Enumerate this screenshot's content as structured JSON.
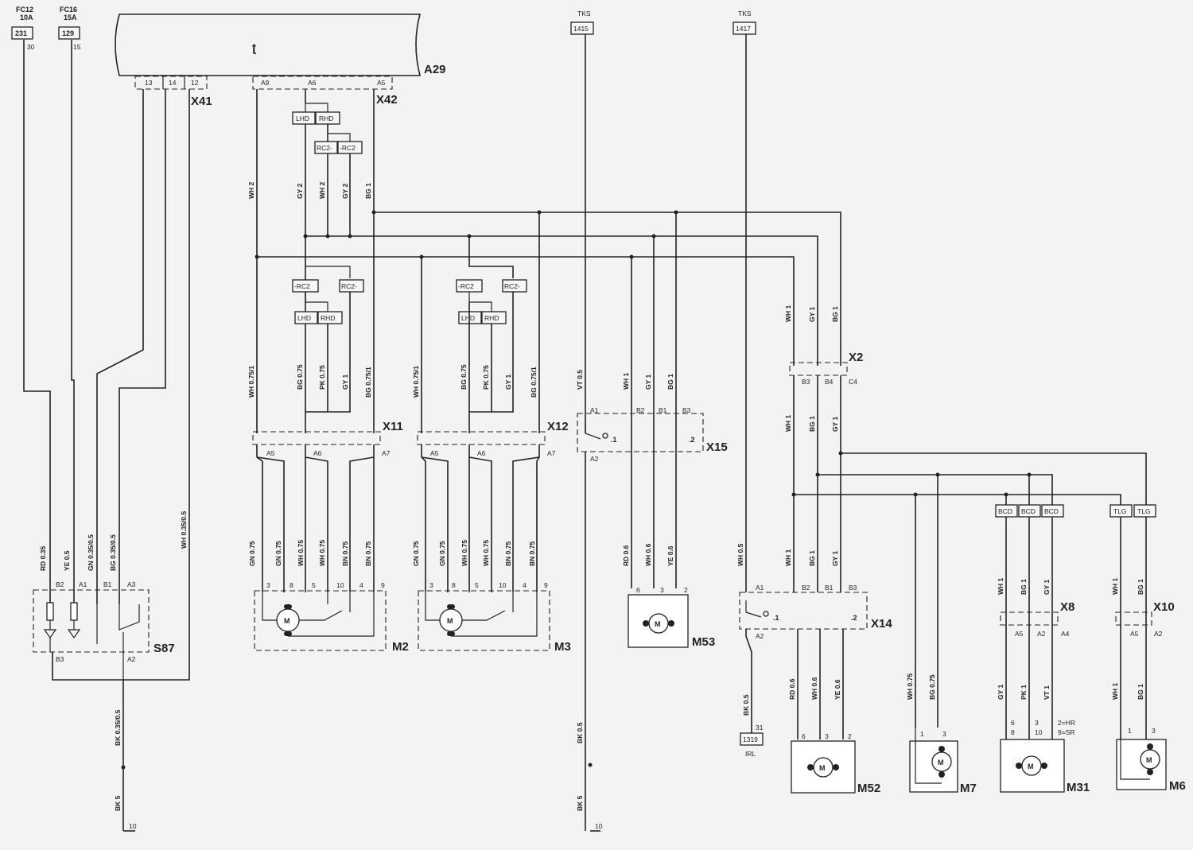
{
  "fuses": [
    {
      "name": "FC12",
      "rating": "10A",
      "id": "231",
      "pin": "30"
    },
    {
      "name": "FC16",
      "rating": "15A",
      "id": "129",
      "pin": "15"
    }
  ],
  "ecu": {
    "name": "A29",
    "symbol": "ʈ"
  },
  "connectors": {
    "x41": {
      "name": "X41",
      "pins": [
        "13",
        "14",
        "12"
      ]
    },
    "x42": {
      "name": "X42",
      "pins": [
        "A9",
        "A6",
        "A5"
      ]
    },
    "x11": {
      "name": "X11",
      "pins": [
        "A5",
        "A6",
        "A7"
      ]
    },
    "x12": {
      "name": "X12",
      "pins": [
        "A5",
        "A6",
        "A7"
      ]
    },
    "x15": {
      "name": "X15",
      "pins": [
        "A1",
        "B2",
        "B1",
        "B3"
      ],
      "bottom": "A2",
      "pos1": ".1",
      "pos2": ".2"
    },
    "x14": {
      "name": "X14",
      "pins": [
        "A1",
        "B2",
        "B1",
        "B3"
      ],
      "bottom": "A2",
      "pos1": ".1",
      "pos2": ".2"
    },
    "x2": {
      "name": "X2",
      "pins": [
        "B3",
        "B4",
        "C4"
      ]
    },
    "x8": {
      "name": "X8",
      "pins": [
        "A5",
        "A2",
        "A4"
      ]
    },
    "x10": {
      "name": "X10",
      "pins": [
        "A5",
        "A2"
      ]
    }
  },
  "tks": [
    {
      "label": "TKS",
      "id": "1415"
    },
    {
      "label": "TKS",
      "id": "1417"
    }
  ],
  "options": {
    "lhd": "LHD",
    "rhd": "RHD",
    "rc2a": "RC2-",
    "rc2b": "-RC2",
    "rc2c": "-RC2",
    "rc2d": "RC2-",
    "bcd": "BCD",
    "tlg": "TLG"
  },
  "wires": {
    "x42_a9": "WH 2",
    "x42_a6a": "GY 2",
    "x42_a6b": "WH 2",
    "x42_a6c": "GY 2",
    "x42_a5": "BG 1",
    "x11_a": "WH 0.75/1",
    "x11_b": "BG 0.75",
    "x11_c": "PK 0.75",
    "x11_d": "GY 1",
    "x11_e": "BG 0.75/1",
    "x12_a": "WH 0.75/1",
    "x12_b": "BG 0.75",
    "x12_c": "PK 0.75",
    "x12_d": "GY 1",
    "x12_e": "BG 0.75/1",
    "m2": [
      "GN 0.75",
      "GN 0.75",
      "WH 0.75",
      "WH 0.75",
      "BN 0.75",
      "BN 0.75"
    ],
    "m3": [
      "GN 0.75",
      "GN 0.75",
      "WH 0.75",
      "WH 0.75",
      "BN 0.75",
      "BN 0.75"
    ],
    "x15_a": "VT 0.5",
    "x15_b": "WH 1",
    "x15_c": "GY 1",
    "x15_d": "BG 1",
    "m53": [
      "RD 0.6",
      "WH 0.6",
      "YE 0.6"
    ],
    "x2_top": [
      "WH 1",
      "GY 1",
      "BG 1"
    ],
    "x2_bot": [
      "WH 1",
      "BG 1",
      "GY 1"
    ],
    "x14_top": [
      "WH 0.5",
      "WH 1",
      "BG 1",
      "GY 1"
    ],
    "m52": [
      "RD 0.6",
      "WH 0.6",
      "YE 0.6"
    ],
    "x14_gnd": "BK 0.5",
    "m7": [
      "WH 0.75",
      "BG 0.75"
    ],
    "x8_top": [
      "WH 1",
      "BG 1",
      "GY 1"
    ],
    "m31": [
      "GY 1",
      "PK 1",
      "VT 1"
    ],
    "x10_top": [
      "WH 1",
      "BG 1"
    ],
    "m6": [
      "WH 1",
      "BG 1"
    ],
    "s87": [
      "RD 0.35",
      "YE 0.5",
      "GN 0.35/0.5",
      "BG 0.35/0.5",
      "WH 0.35/0.5"
    ],
    "gnd1a": "BK 0.35/0.5",
    "gnd1b": "BK 5",
    "gnd2a": "BK 0.5",
    "gnd2b": "BK 5"
  },
  "switch_s87": {
    "name": "S87",
    "pins": [
      "B2",
      "A1",
      "B1",
      "A3"
    ],
    "bottom": [
      "B3",
      "A2"
    ]
  },
  "motors": {
    "m2": {
      "name": "M2",
      "pins": [
        "3",
        "8",
        "5",
        "10",
        "4",
        "9"
      ]
    },
    "m3": {
      "name": "M3",
      "pins": [
        "3",
        "8",
        "5",
        "10",
        "4",
        "9"
      ]
    },
    "m53": {
      "name": "M53",
      "pins": [
        "6",
        "3",
        "2"
      ]
    },
    "m52": {
      "name": "M52",
      "pins": [
        "6",
        "3",
        "2"
      ]
    },
    "m7": {
      "name": "M7",
      "pins": [
        "1",
        "3"
      ]
    },
    "m31": {
      "name": "M31",
      "pins": [
        "6",
        "3",
        "2=HR"
      ],
      "pins2": [
        "8",
        "10",
        "9=SR"
      ]
    },
    "m6": {
      "name": "M6",
      "pins": [
        "1",
        "3"
      ]
    }
  },
  "motor_symbol": "M",
  "grounds": [
    {
      "id": "10"
    },
    {
      "id": "10"
    }
  ],
  "irl": {
    "id": "1319",
    "pin": "31",
    "label": "IRL"
  }
}
